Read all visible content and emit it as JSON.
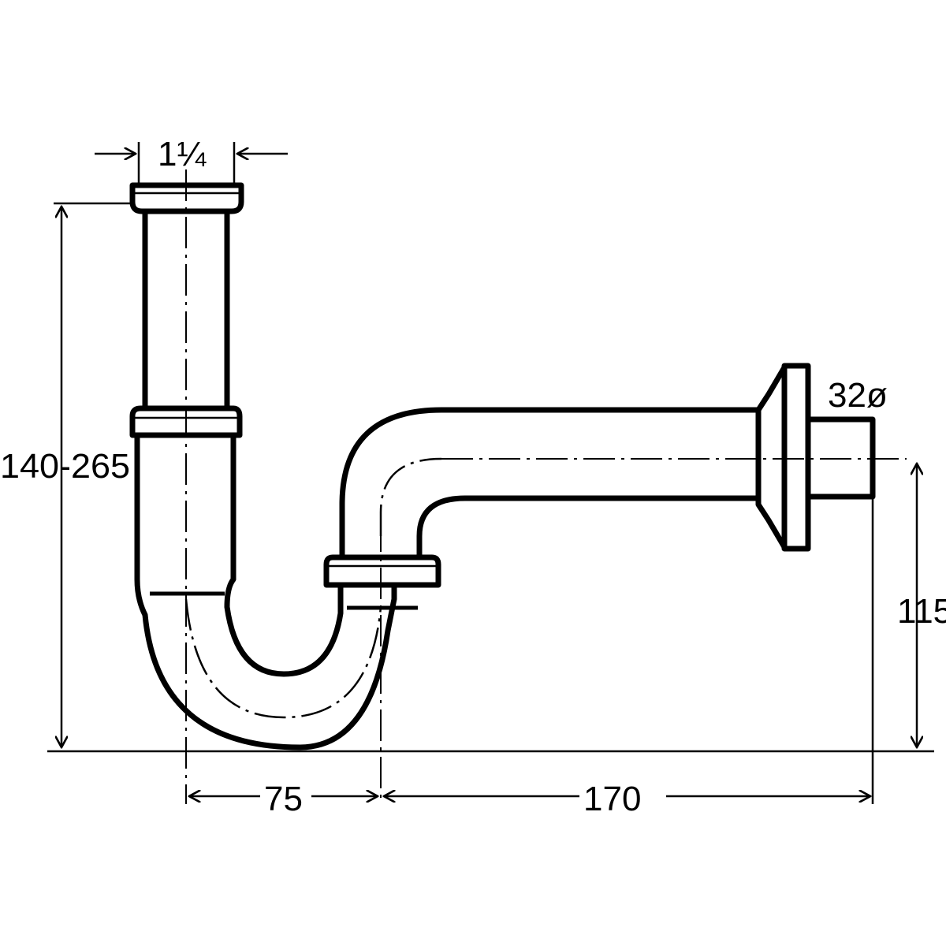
{
  "diagram": {
    "title": "Pipe trap (siphon) dimension drawing",
    "labels": {
      "inlet_size": "1¼",
      "height_range": "140-265",
      "outlet_height": "115",
      "trap_offset": "75",
      "outlet_length": "170",
      "outlet_diameter": "32ø"
    },
    "line_color": "#000000",
    "background": "#ffffff"
  }
}
